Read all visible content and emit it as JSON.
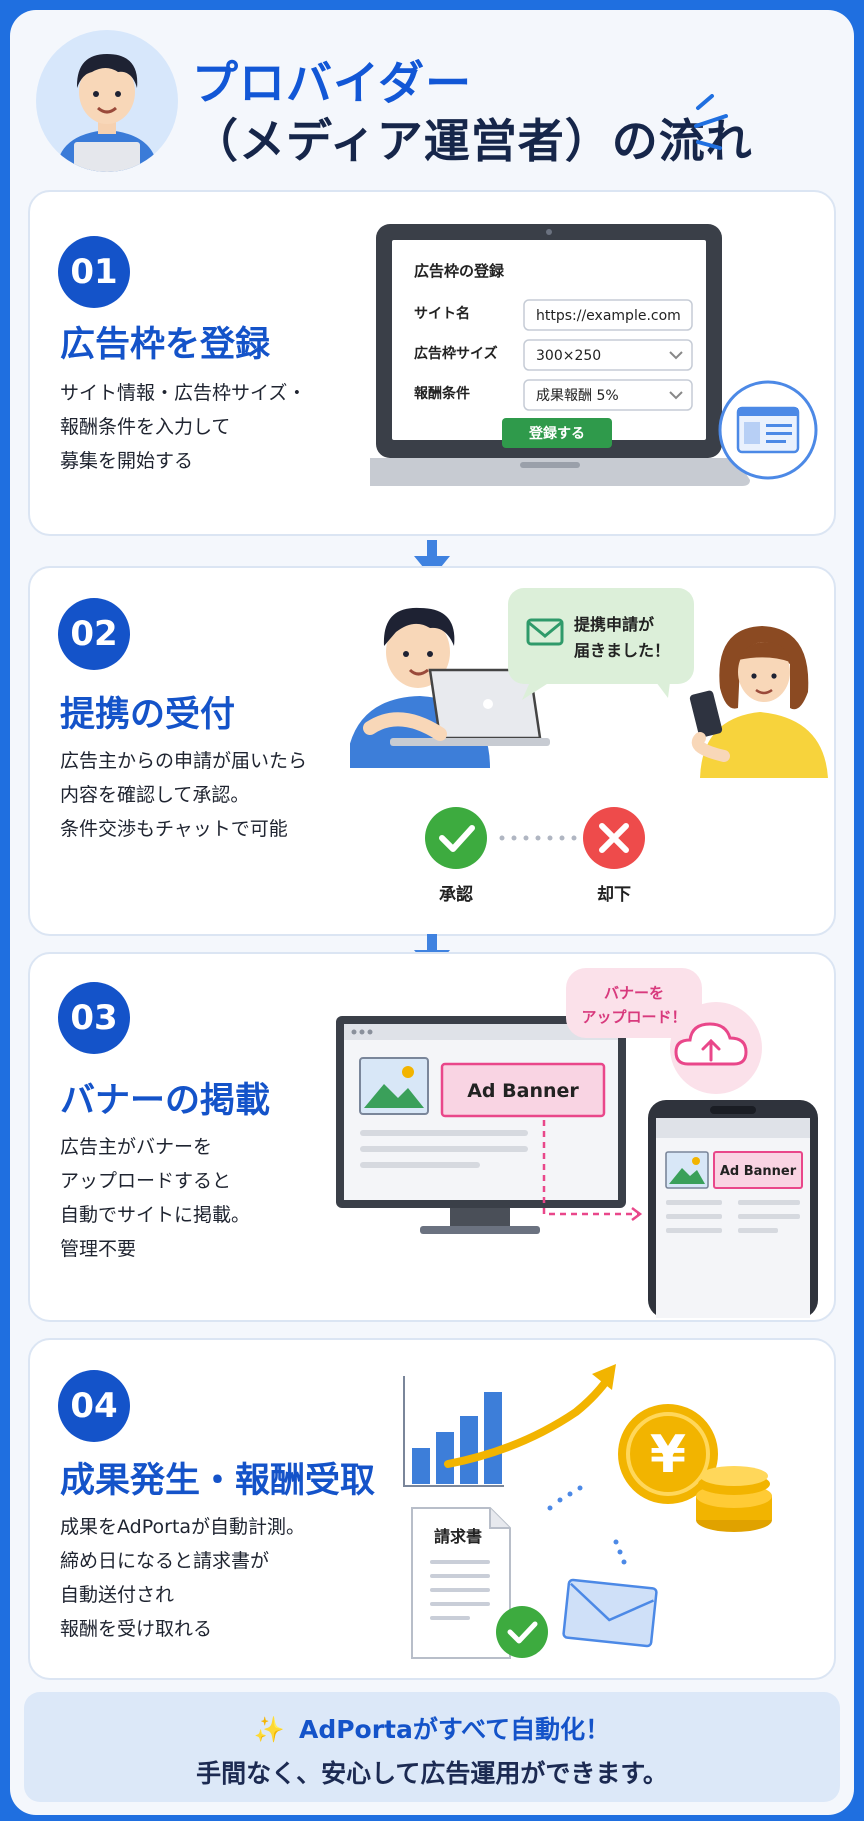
{
  "header": {
    "title_line1": "プロバイダー",
    "title_line2": "（メディア運営者）の流れ"
  },
  "steps": [
    {
      "num": "01",
      "title": "広告枠を登録",
      "desc": [
        "サイト情報・広告枠サイズ・",
        "報酬条件を入力して",
        "募集を開始する"
      ],
      "form": {
        "title": "広告枠の登録",
        "site_label": "サイト名",
        "site_value": "https://example.com",
        "size_label": "広告枠サイズ",
        "size_value": "300×250",
        "reward_label": "報酬条件",
        "reward_value": "成果報酬  5%",
        "submit": "登録する"
      }
    },
    {
      "num": "02",
      "title": "提携の受付",
      "desc": [
        "広告主からの申請が届いたら",
        "内容を確認して承認。",
        "条件交渉もチャットで可能"
      ],
      "bubble": [
        "提携申請が",
        "届きました！"
      ],
      "approve": "承認",
      "reject": "却下"
    },
    {
      "num": "03",
      "title": "バナーの掲載",
      "desc": [
        "広告主がバナーを",
        "アップロードすると",
        "自動でサイトに掲載。",
        "管理不要"
      ],
      "upload_bubble": [
        "バナーを",
        "アップロード！"
      ],
      "banner_label": "Ad Banner",
      "phone_banner_label": "Ad Banner"
    },
    {
      "num": "04",
      "title": "成果発生・報酬受取",
      "desc": [
        "成果をAdPortaが自動計測。",
        "締め日になると請求書が",
        "自動送付され",
        "報酬を受け取れる"
      ],
      "invoice": "請求書",
      "currency": "¥"
    }
  ],
  "footer": {
    "line1": "AdPortaがすべて自動化！",
    "line2": "手間なく、安心して広告運用ができます。"
  },
  "colors": {
    "accent": "#1453c9",
    "approve": "#3dab3f",
    "reject": "#ee4b4b",
    "pink": "#e9478a",
    "gold": "#f2b400"
  }
}
